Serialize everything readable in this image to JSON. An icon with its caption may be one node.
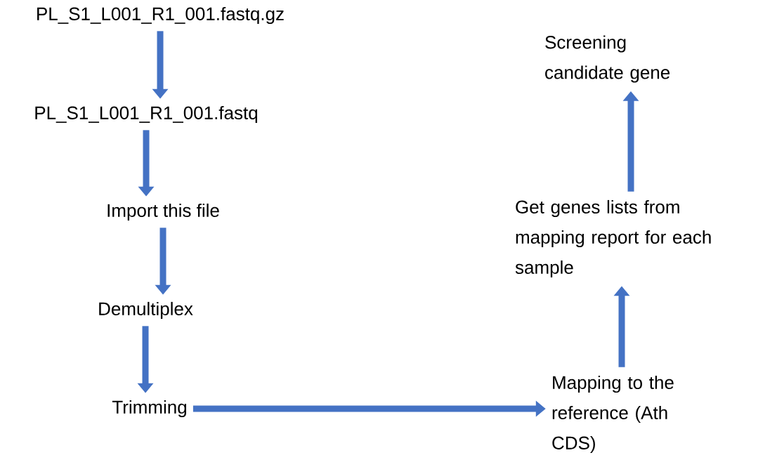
{
  "diagram": {
    "nodes": [
      {
        "text": [
          "PL_S1_L001_R1_001.fastq.gz"
        ]
      },
      {
        "text": [
          "PL_S1_L001_R1_001.fastq"
        ]
      },
      {
        "text": [
          "Import this file"
        ]
      },
      {
        "text": [
          "Demultiplex"
        ]
      },
      {
        "text": [
          "Trimming"
        ]
      },
      {
        "text": [
          "Mapping to the reference (Ath CDS)"
        ]
      },
      {
        "text": [
          "Get genes lists from mapping report for each sample"
        ]
      },
      {
        "text": [
          "Screening candidate gene"
        ]
      }
    ],
    "edges": [
      {
        "from": 0,
        "to": 1,
        "arrow": "to"
      },
      {
        "from": 1,
        "to": 2,
        "arrow": "to"
      },
      {
        "from": 2,
        "to": 3,
        "arrow": "to"
      },
      {
        "from": 3,
        "to": 4,
        "arrow": "to"
      },
      {
        "from": 4,
        "to": 5,
        "arrow": "to"
      },
      {
        "from": 5,
        "to": 6,
        "arrow": "to"
      },
      {
        "from": 6,
        "to": 7,
        "arrow": "to"
      }
    ]
  }
}
